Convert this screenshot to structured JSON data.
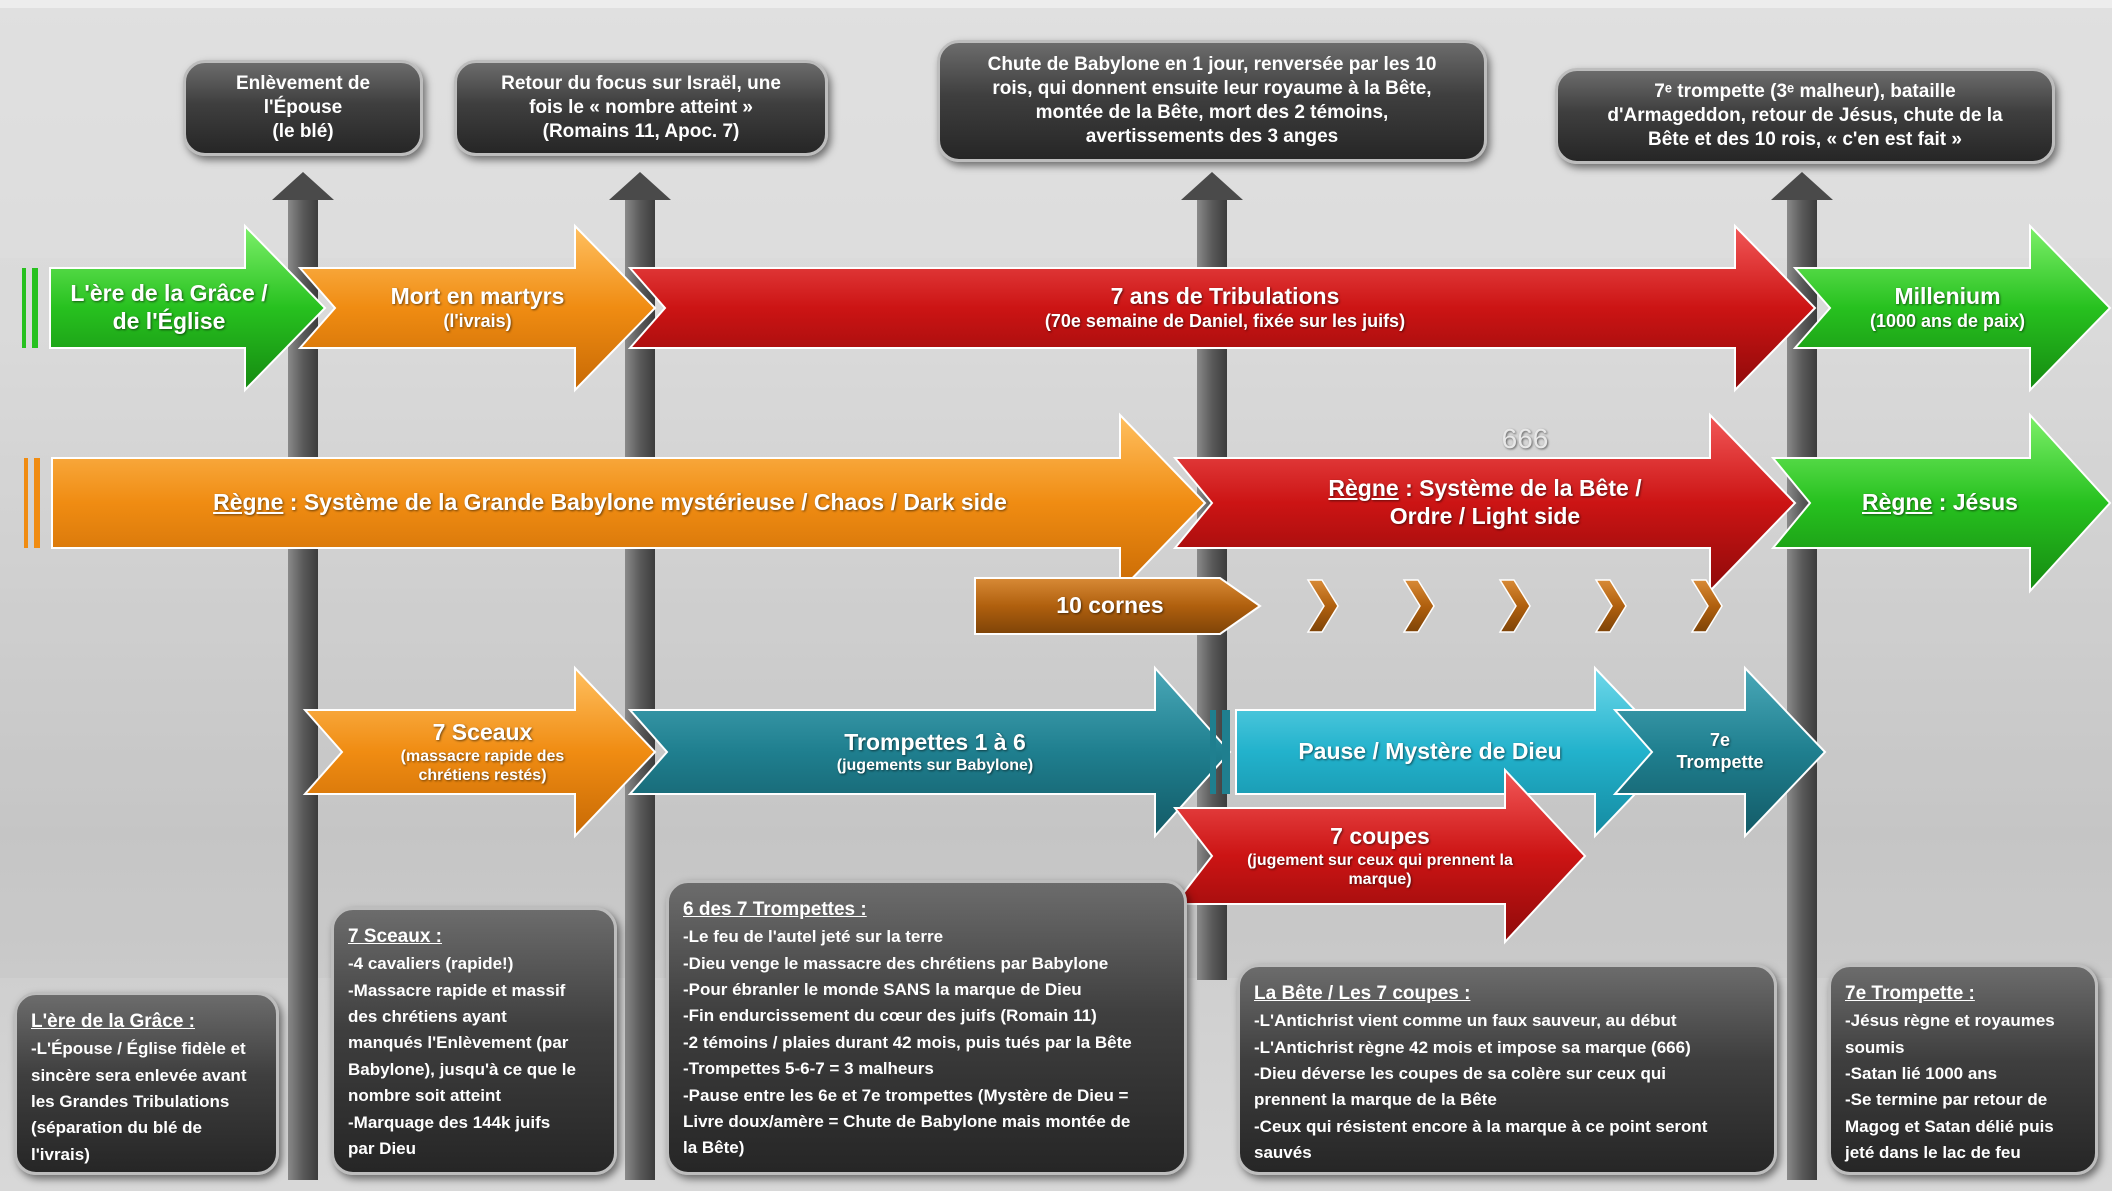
{
  "top_callouts": {
    "rapture": [
      "Enlèvement de",
      "l'Épouse",
      "(le blé)"
    ],
    "israel": [
      "Retour du focus sur Israël, une",
      "fois le « nombre atteint »",
      "(Romains 11, Apoc. 7)"
    ],
    "babylon_fall": [
      "Chute de Babylone en 1 jour, renversée par les 10",
      "rois, qui donnent ensuite leur royaume à la Bête,",
      "montée de la Bête, mort des 2 témoins,",
      "avertissements des 3 anges"
    ],
    "seventh_trumpet": [
      "7ᵉ trompette (3ᵉ malheur), bataille",
      "d'Armageddon, retour de Jésus, chute de la",
      "Bête et des 10 rois, « c'en est fait »"
    ]
  },
  "row1": {
    "grace": [
      "L'ère de la Grâce /",
      "de l'Église"
    ],
    "martyrs_title": "Mort en martyrs",
    "martyrs_sub": "(l'ivrais)",
    "tribulation_title": "7 ans de Tribulations",
    "tribulation_sub": "(70e semaine de Daniel, fixée sur les juifs)",
    "millenium_title": "Millenium",
    "millenium_sub": "(1000 ans de paix)"
  },
  "row2": {
    "regne": "Règne",
    "babylon_rest": " : Système de la Grande Babylone mystérieuse / Chaos / Dark side",
    "beast_rest": " : Système de la Bête /",
    "beast_line2": "Ordre / Light side",
    "jesus_rest": " : Jésus",
    "number": "666"
  },
  "row3": {
    "horns": "10 cornes",
    "chevron_count": 5
  },
  "row4": {
    "seals_title": "7 Sceaux",
    "seals_sub": [
      "(massacre rapide des",
      "chrétiens restés)"
    ],
    "trumpets_title": "Trompettes 1 à 6",
    "trumpets_sub": "(jugements sur Babylone)",
    "pause": "Pause / Mystère de Dieu",
    "trumpet7": [
      "7e",
      "Trompette"
    ],
    "cups_title": "7 coupes",
    "cups_sub": [
      "(jugement sur ceux qui prennent la",
      "marque)"
    ]
  },
  "bottom_boxes": {
    "grace": {
      "heading": "L'ère de la Grâce :",
      "lines": [
        "-L'Épouse  / Église fidèle et",
        "sincère sera enlevée avant",
        "les Grandes Tribulations",
        "(séparation du blé de",
        "l'ivrais)"
      ]
    },
    "seals": {
      "heading": "7 Sceaux :",
      "lines": [
        "-4 cavaliers (rapide!)",
        "-Massacre rapide et massif",
        "des chrétiens ayant",
        "manqués l'Enlèvement (par",
        "Babylone), jusqu'à ce que le",
        "nombre soit atteint",
        "-Marquage des 144k juifs",
        "par Dieu"
      ]
    },
    "trumpets": {
      "heading": "6 des 7 Trompettes :",
      "lines": [
        "-Le feu de l'autel jeté sur la terre",
        "-Dieu venge le massacre des chrétiens par Babylone",
        "-Pour ébranler le monde SANS la marque de Dieu",
        "-Fin endurcissement du cœur des juifs (Romain 11)",
        "-2 témoins / plaies durant 42 mois, puis tués par la Bête",
        "-Trompettes 5-6-7 = 3 malheurs",
        "-Pause entre les 6e et 7e trompettes (Mystère de Dieu =",
        "Livre doux/amère = Chute de Babylone mais montée de",
        "la Bête)"
      ]
    },
    "beast": {
      "heading": "La Bête / Les 7 coupes :",
      "lines": [
        "-L'Antichrist vient comme un faux sauveur, au début",
        "-L'Antichrist règne 42 mois et impose sa marque (666)",
        "-Dieu déverse les coupes de sa colère sur ceux qui",
        "prennent la marque de la Bête",
        "-Ceux qui résistent encore à la marque à ce point seront",
        "sauvés"
      ]
    },
    "trumpet7": {
      "heading": "7e Trompette :",
      "lines": [
        "-Jésus règne et royaumes",
        "soumis",
        "-Satan lié 1000 ans",
        "-Se termine par retour de",
        "Magog et Satan délié puis",
        "jeté dans le lac de feu"
      ]
    }
  },
  "colors": {
    "green": "#2fbf2a",
    "orange": "#f08c12",
    "red": "#cc1414",
    "teal": "#1f7f8f",
    "cyan": "#22b2cc",
    "brown": "#b0600e",
    "grey": "#5a5a5a"
  }
}
